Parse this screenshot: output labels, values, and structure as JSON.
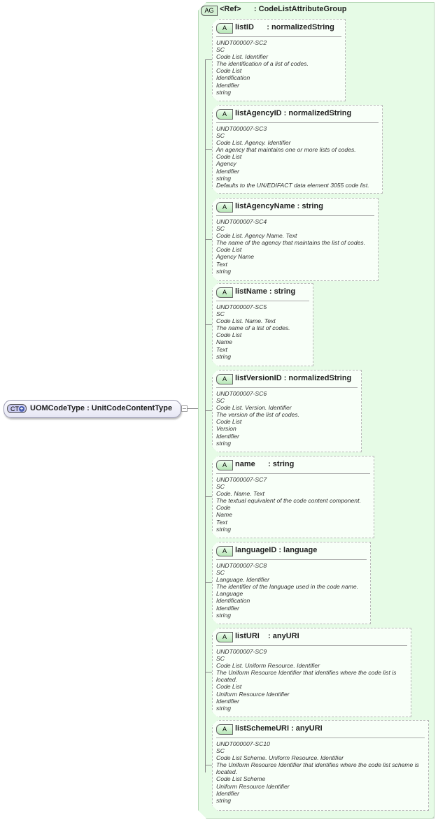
{
  "complex_type": {
    "badge": "CT",
    "title": "UOMCodeType : UnitCodeContentType"
  },
  "attribute_group": {
    "badge": "AG",
    "title": "<Ref>      : CodeListAttributeGroup"
  },
  "attributes": [
    {
      "badge": "A",
      "title": "listID      : normalizedString",
      "doc": [
        "UNDT000007-SC2",
        "SC",
        "Code List. Identifier",
        "The identification of a list of codes.",
        "Code List",
        "Identification",
        "Identifier",
        "string"
      ]
    },
    {
      "badge": "A",
      "title": "listAgencyID : normalizedString",
      "doc": [
        "UNDT000007-SC3",
        "SC",
        "Code List. Agency. Identifier",
        "An agency that maintains one or more lists of codes.",
        "Code List",
        "Agency",
        "Identifier",
        "string",
        "Defaults to the UN/EDIFACT data element 3055 code list."
      ]
    },
    {
      "badge": "A",
      "title": "listAgencyName : string",
      "doc": [
        "UNDT000007-SC4",
        "SC",
        "Code List. Agency Name. Text",
        "The name of the agency that maintains the list of codes.",
        "Code List",
        "Agency Name",
        "Text",
        "string"
      ]
    },
    {
      "badge": "A",
      "title": "listName : string",
      "doc": [
        "UNDT000007-SC5",
        "SC",
        "Code List. Name. Text",
        "The name of a list of codes.",
        "Code List",
        "Name",
        "Text",
        "string"
      ]
    },
    {
      "badge": "A",
      "title": "listVersionID : normalizedString",
      "doc": [
        "UNDT000007-SC6",
        "SC",
        "Code List. Version. Identifier",
        "The version of the list of codes.",
        "Code List",
        "Version",
        "Identifier",
        "string"
      ]
    },
    {
      "badge": "A",
      "title": "name      : string",
      "doc": [
        "UNDT000007-SC7",
        "SC",
        "Code. Name. Text",
        "The textual equivalent of the code content component.",
        "Code",
        "Name",
        "Text",
        "string"
      ]
    },
    {
      "badge": "A",
      "title": "languageID : language",
      "doc": [
        "UNDT000007-SC8",
        "SC",
        "Language. Identifier",
        "The identifier of the language used in the code name.",
        "Language",
        "Identification",
        "Identifier",
        "string"
      ]
    },
    {
      "badge": "A",
      "title": "listURI    : anyURI",
      "doc": [
        "UNDT000007-SC9",
        "SC",
        "Code List. Uniform Resource. Identifier",
        "The Uniform Resource Identifier that identifies where the code list is located.",
        "Code List",
        "Uniform Resource Identifier",
        "Identifier",
        "string"
      ]
    },
    {
      "badge": "A",
      "title": "listSchemeURI : anyURI",
      "doc": [
        "UNDT000007-SC10",
        "SC",
        "Code List Scheme. Uniform Resource. Identifier",
        "The Uniform Resource Identifier that identifies where the code list scheme is located.",
        "Code List Scheme",
        "Uniform Resource Identifier",
        "Identifier",
        "string"
      ]
    }
  ]
}
